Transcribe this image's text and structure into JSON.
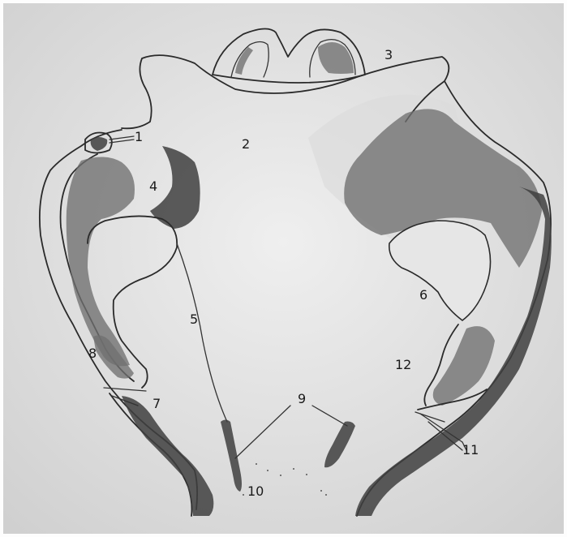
{
  "labels": {
    "l1": "1",
    "l2": "2",
    "l3": "3",
    "l4": "4",
    "l5": "5",
    "l6": "6",
    "l7": "7",
    "l8": "8",
    "l9": "9",
    "l10": "10",
    "l11": "11",
    "l12": "12"
  },
  "colors": {
    "paper": "#e9e9e9",
    "pencil": "#2a2a2a",
    "shading": "#6f6f6f"
  }
}
